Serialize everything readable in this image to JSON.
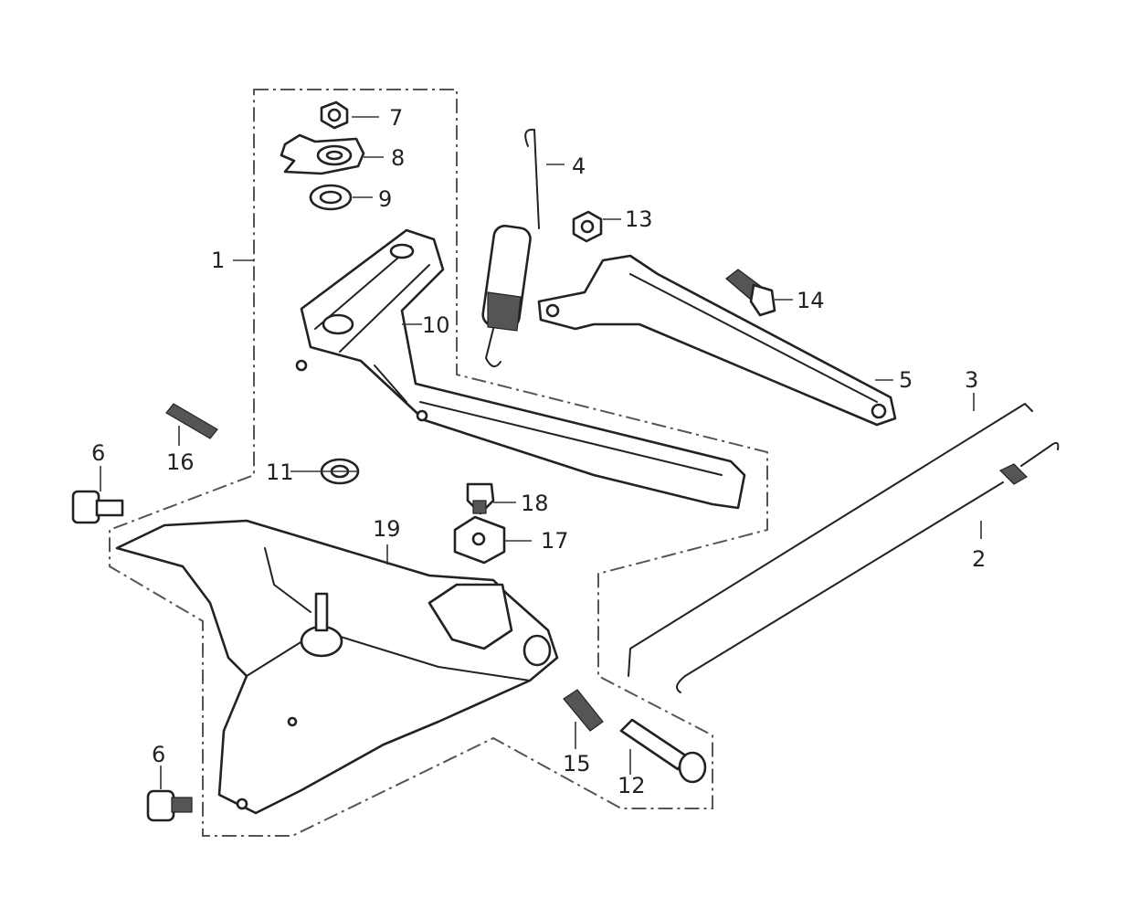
{
  "callouts": [
    {
      "id": "1",
      "label": "1"
    },
    {
      "id": "2",
      "label": "2"
    },
    {
      "id": "3",
      "label": "3"
    },
    {
      "id": "4",
      "label": "4"
    },
    {
      "id": "5",
      "label": "5"
    },
    {
      "id": "6a",
      "label": "6"
    },
    {
      "id": "6b",
      "label": "6"
    },
    {
      "id": "7",
      "label": "7"
    },
    {
      "id": "8",
      "label": "8"
    },
    {
      "id": "9",
      "label": "9"
    },
    {
      "id": "10",
      "label": "10"
    },
    {
      "id": "11",
      "label": "11"
    },
    {
      "id": "12",
      "label": "12"
    },
    {
      "id": "13",
      "label": "13"
    },
    {
      "id": "14",
      "label": "14"
    },
    {
      "id": "15",
      "label": "15"
    },
    {
      "id": "16",
      "label": "16"
    },
    {
      "id": "17",
      "label": "17"
    },
    {
      "id": "18",
      "label": "18"
    },
    {
      "id": "19",
      "label": "19"
    }
  ],
  "colors": {
    "line": "#222222",
    "boundary": "#555555",
    "background": "#ffffff"
  }
}
